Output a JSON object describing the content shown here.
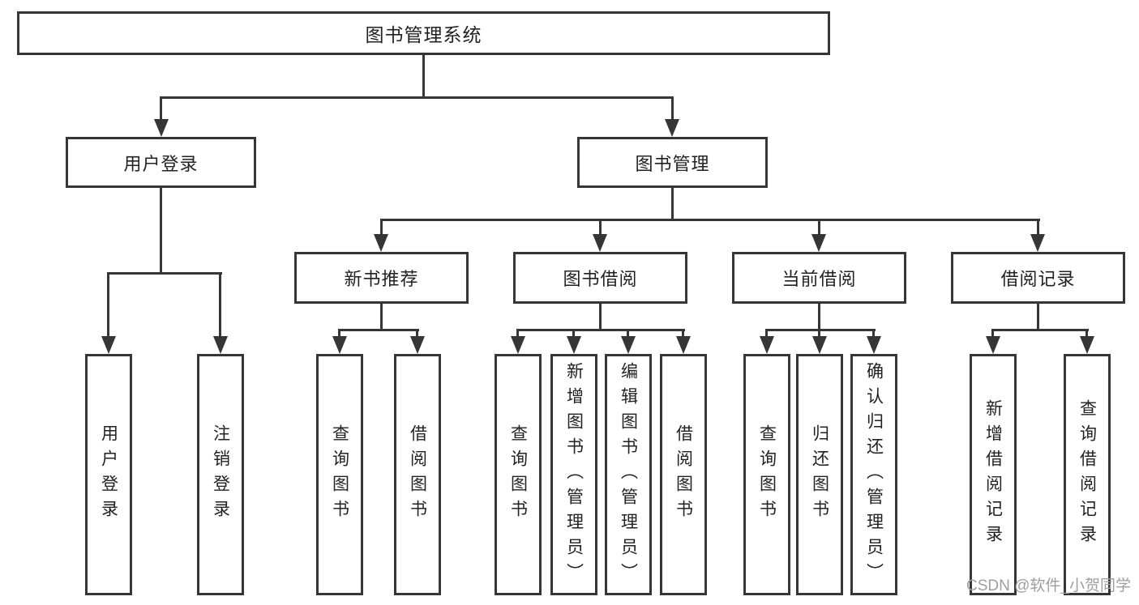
{
  "diagram": {
    "root": {
      "label": "图书管理系统"
    },
    "level2": [
      {
        "label": "用户登录"
      },
      {
        "label": "图书管理"
      }
    ],
    "level3": [
      {
        "label": "新书推荐"
      },
      {
        "label": "图书借阅"
      },
      {
        "label": "当前借阅"
      },
      {
        "label": "借阅记录"
      }
    ],
    "leaves": [
      {
        "label": "用户登录"
      },
      {
        "label": "注销登录"
      },
      {
        "label": "查询图书"
      },
      {
        "label": "借阅图书"
      },
      {
        "label": "查询图书"
      },
      {
        "label": "新增图书（管理员）"
      },
      {
        "label": "编辑图书（管理员）"
      },
      {
        "label": "借阅图书"
      },
      {
        "label": "查询图书"
      },
      {
        "label": "归还图书"
      },
      {
        "label": "确认归还（管理员）"
      },
      {
        "label": "新增借阅记录"
      },
      {
        "label": "查询借阅记录"
      }
    ]
  },
  "watermark": {
    "text": "CSDN @软件_小贺同学"
  },
  "colors": {
    "line": "#363636",
    "text": "#222222",
    "watermark": "#9e9e9e",
    "background": "#ffffff"
  }
}
